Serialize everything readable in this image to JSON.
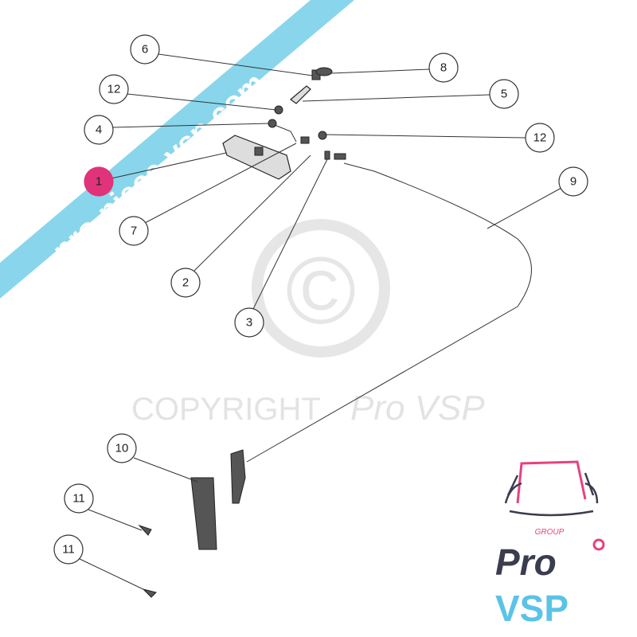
{
  "callouts": [
    {
      "label": "6"
    },
    {
      "label": "8"
    },
    {
      "label": "12"
    },
    {
      "label": "5"
    },
    {
      "label": "4"
    },
    {
      "label": "12"
    },
    {
      "label": "1"
    },
    {
      "label": "9"
    },
    {
      "label": "7"
    },
    {
      "label": "2"
    },
    {
      "label": "3"
    },
    {
      "label": "10"
    },
    {
      "label": "11"
    },
    {
      "label": "11"
    }
  ],
  "highlight_color": "#e0337a",
  "watermark": {
    "copyright_symbol": "©",
    "text": "COPYRIGHT",
    "brand": "Pro VSP"
  },
  "banner": {
    "text": "pro-piece-vsp.com",
    "color": "#7fd3ea"
  },
  "logo": {
    "group": "GROUP",
    "pro": "Pro",
    "vsp": "VSP",
    "colors": {
      "pink": "#e8417f",
      "dark": "#3a3d4f",
      "blue": "#5bc3e6"
    }
  }
}
